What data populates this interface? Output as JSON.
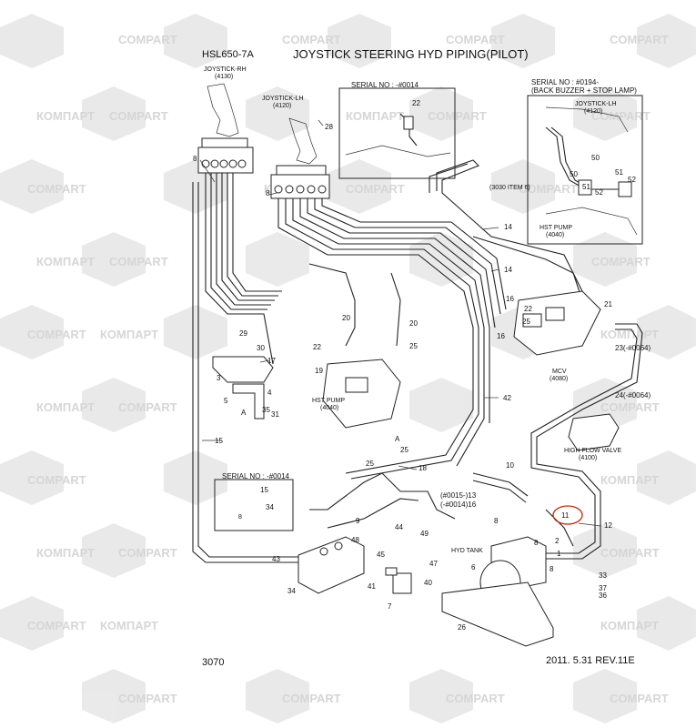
{
  "header": {
    "model": "HSL650-7A",
    "title": "JOYSTICK STEERING HYD PIPING(PILOT)"
  },
  "footer": {
    "page": "3070",
    "revision": "2011. 5.31  REV.11E"
  },
  "watermark": {
    "text_a": "КОМПАРТ",
    "text_b": "COMPART"
  },
  "labels": {
    "joystick_rh": "JOYSTICK-RH",
    "joystick_rh_code": "(4130)",
    "joystick_lh": "JOYSTICK-LH",
    "joystick_lh_code": "(4120)",
    "serial_0014": "SERIAL NO : -#0014",
    "serial_0194": "SERIAL NO : #0194-",
    "back_buzzer": "(BACK BUZZER + STOP LAMP)",
    "inset_joystick_lh": "JOYSTICK-LH",
    "inset_joystick_lh_code": "(4120)",
    "inset_hst_pump": "HST PUMP",
    "inset_hst_pump_code": "(4040)",
    "item_3030": "(3030 ITEM 6)",
    "hst_pump": "HST PUMP",
    "hst_pump_code": "(4040)",
    "mcv": "MCV",
    "mcv_code": "(4080)",
    "high_flow_valve": "HIGH FLOW VALVE",
    "high_flow_valve_code": "(4100)",
    "serial_0014_b": "SERIAL NO : -#0014",
    "hyd_tank": "HYD TANK",
    "detail_a": "A",
    "detail_a2": "A",
    "serial_0015": "(#0015-)13",
    "serial_0014_16": "(-#0014)16",
    "part_23": "23(-#0064)",
    "part_24": "24(-#0064)"
  },
  "part_numbers": {
    "p1": "1",
    "p2": "2",
    "p3": "3",
    "p4": "4",
    "p5": "5",
    "p6": "6",
    "p7": "7",
    "p8": "8",
    "p9": "9",
    "p10": "10",
    "p11": "11",
    "p12": "12",
    "p14": "14",
    "p15": "15",
    "p16": "16",
    "p17": "17",
    "p18": "18",
    "p19": "19",
    "p20": "20",
    "p21": "21",
    "p22": "22",
    "p25": "25",
    "p26": "26",
    "p28": "28",
    "p29": "29",
    "p30": "30",
    "p31": "31",
    "p33": "33",
    "p34": "34",
    "p35": "35",
    "p36": "36",
    "p37": "37",
    "p40": "40",
    "p41": "41",
    "p42": "42",
    "p43": "43",
    "p44": "44",
    "p45": "45",
    "p47": "47",
    "p48": "48",
    "p49": "49",
    "p50": "50",
    "p51": "51",
    "p52": "52"
  },
  "colors": {
    "line": "#222222",
    "watermark": "#cfcfcf",
    "highlight": "#cc2200"
  }
}
